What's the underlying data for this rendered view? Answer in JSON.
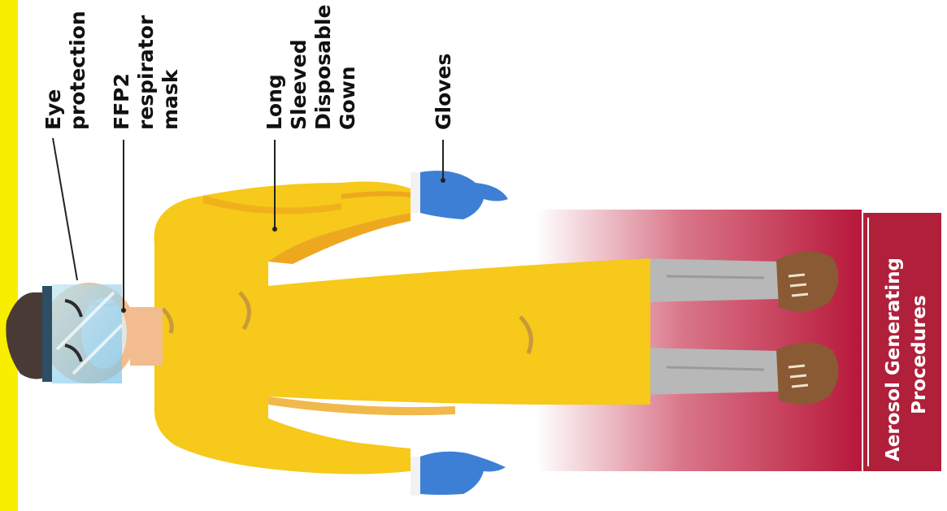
{
  "labels": {
    "eye_protection": [
      "Eye",
      "protection"
    ],
    "mask": [
      "FFP2",
      "respirator",
      "mask"
    ],
    "gown": [
      "Long",
      "Sleeved",
      "Disposable",
      "Gown"
    ],
    "gloves": [
      "Gloves"
    ]
  },
  "banner": {
    "lines": [
      "Aerosol Generating",
      "Procedures"
    ]
  },
  "colors": {
    "side_bar": "#f7ee00",
    "gown": "#f6c91a",
    "gown_shadow": "#eea81e",
    "gloves": "#3e7fd6",
    "banner": "#b0203a",
    "trousers": "#b8b8b8",
    "boots": "#8a5a34",
    "hair": "#4a3a36",
    "visor_frame": "#2e4e63",
    "visor": "#9ed6ee",
    "skin": "#f2bc8e",
    "mask": "#e4e4e4"
  }
}
